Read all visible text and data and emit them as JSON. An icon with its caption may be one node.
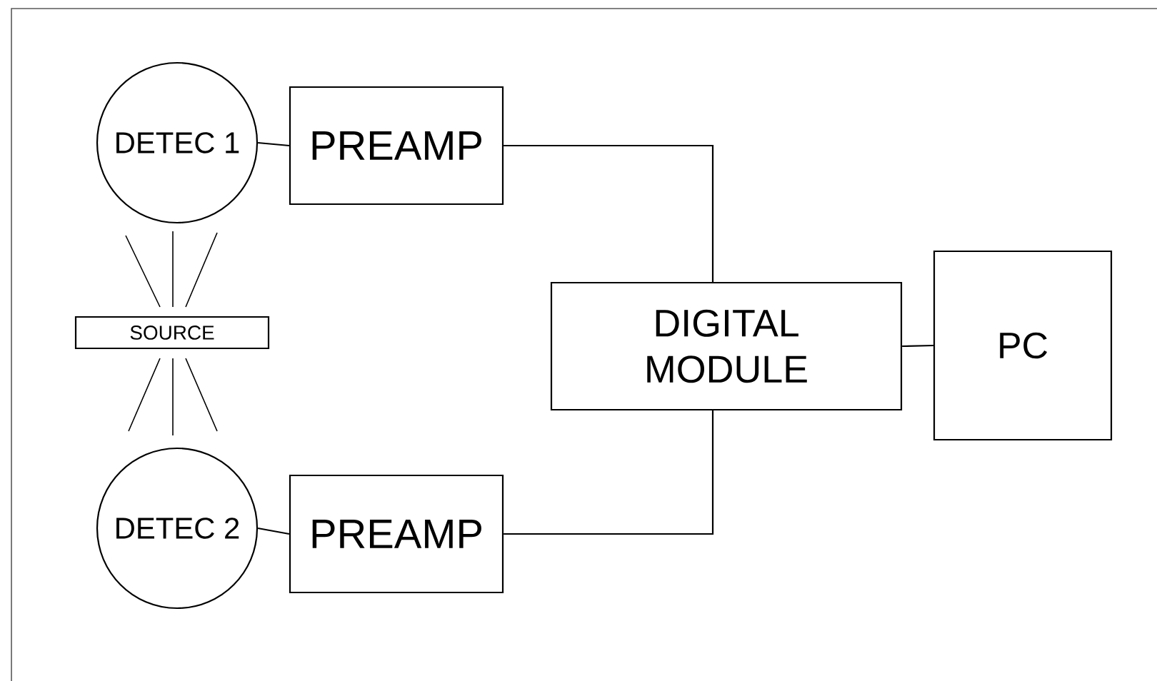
{
  "diagram": {
    "nodes": [
      {
        "text": [
          "DETEC 1"
        ]
      },
      {
        "text": [
          "PREAMP"
        ]
      },
      {
        "text": [
          "SOURCE"
        ]
      },
      {
        "text": [
          "DETEC 2"
        ]
      },
      {
        "text": [
          "PREAMP"
        ]
      },
      {
        "text": [
          "DIGITAL MODULE"
        ]
      },
      {
        "text": [
          "PC"
        ]
      }
    ],
    "edges": [
      {
        "from": 0,
        "to": 1,
        "arrow": "none"
      },
      {
        "from": 1,
        "to": 5,
        "arrow": "none"
      },
      {
        "from": 3,
        "to": 4,
        "arrow": "none"
      },
      {
        "from": 4,
        "to": 5,
        "arrow": "none"
      },
      {
        "from": 5,
        "to": 6,
        "arrow": "none"
      }
    ]
  }
}
